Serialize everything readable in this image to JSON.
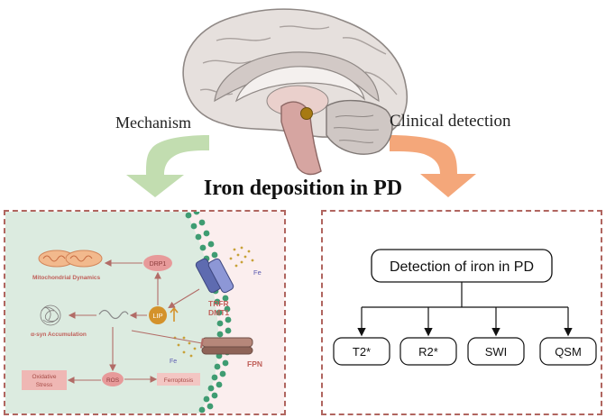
{
  "title": "Iron deposition in PD",
  "mechanism_label": "Mechanism",
  "clinical_label": "Clinical detection",
  "mechanism": {
    "drp1": "DRP1",
    "mito": "Mitochondrial Dynamics",
    "lip": "LIP",
    "asyn": "α-syn Accumulation",
    "ros": "ROS",
    "oxidative_1": "Oxidative",
    "oxidative_2": "Stress",
    "ferroptosis": "Ferroptosis",
    "trfr": "TRFR",
    "dmt1": "DMT1",
    "fpn": "FPN",
    "fe_top": "Fe",
    "fe_bottom": "Fe"
  },
  "detection": {
    "root": "Detection of iron in PD",
    "methods": [
      "T2*",
      "R2*",
      "SWI",
      "QSM"
    ]
  },
  "colors": {
    "green_arrow": "#c2ddb0",
    "orange_arrow": "#f4a77a",
    "panel_border": "#b0655f",
    "cell_bg": "#dcebe0",
    "membrane": "#3f9c72",
    "node_pink": "#e79a9a",
    "lip_orange": "#d4922b",
    "label_brown": "#c0605a"
  }
}
